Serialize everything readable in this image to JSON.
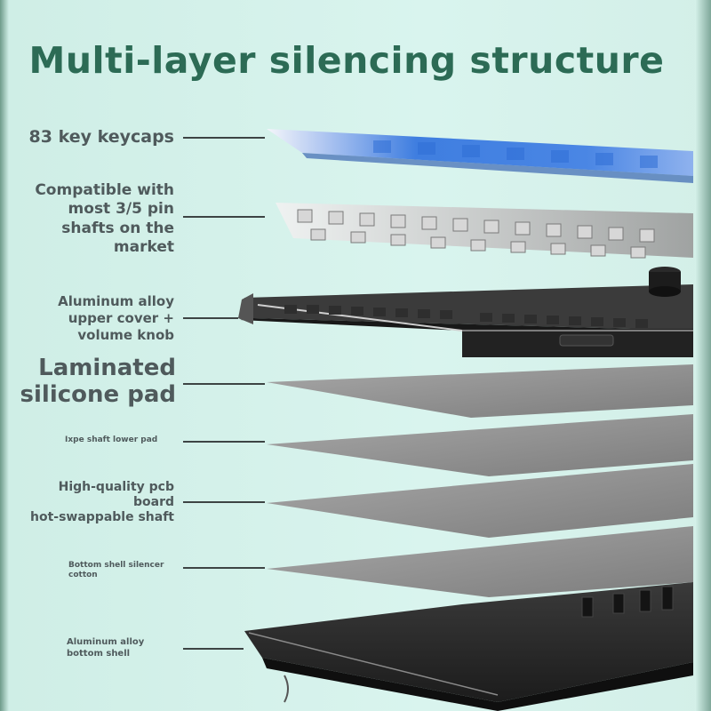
{
  "title": "Multi-layer silencing structure",
  "labels": {
    "keycaps": "83 key keycaps",
    "shafts_1": "Compatible with",
    "shafts_2": "most 3/5 pin",
    "shafts_3": "shafts on the",
    "shafts_4": "market",
    "cover_1": "Aluminum alloy",
    "cover_2": "upper cover +",
    "cover_3": "volume knob",
    "silicone_1": "Laminated",
    "silicone_2": "silicone pad",
    "ixpe": "Ixpe shaft lower pad",
    "pcb_1": "High-quality pcb",
    "pcb_2": "board",
    "pcb_3": "hot-swappable shaft",
    "cotton_1": "Bottom shell silencer",
    "cotton_2": "cotton",
    "bottom_1": "Aluminum alloy",
    "bottom_2": "bottom shell"
  },
  "colors": {
    "title": "#2c6b55",
    "background": "#d9f4ee",
    "text": "#4f5a5c",
    "keycap_blue": "#3f7ee0",
    "keycap_light": "#a9c3f0",
    "pad_gray": "#8e8e8e",
    "shell_dark": "#2b2b2b"
  }
}
